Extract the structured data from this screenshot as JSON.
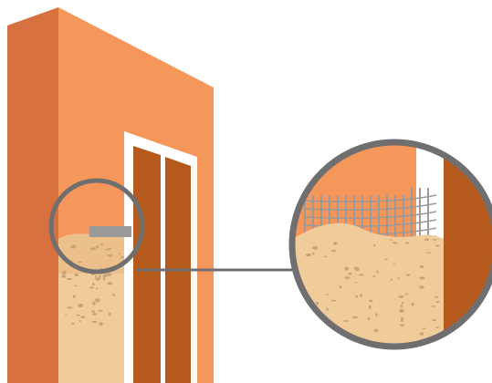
{
  "colors": {
    "background": "#ffffff",
    "wall_front": "#f5965a",
    "wall_side": "#d9703f",
    "door_frame": "#ffffff",
    "door_panel": "#b55a1c",
    "door_panel_gap": "#f2c79a",
    "sand_fill": "#f0cc9a",
    "sand_top": "#ecc08a",
    "sand_speckle": "#c9a277",
    "mesh": "#9a9a9a",
    "lens_ring": "#6f6f6f",
    "connector": "#6f6f6f"
  },
  "icons": [
    "magnifier-lens",
    "wire-mesh",
    "sand-fill"
  ]
}
